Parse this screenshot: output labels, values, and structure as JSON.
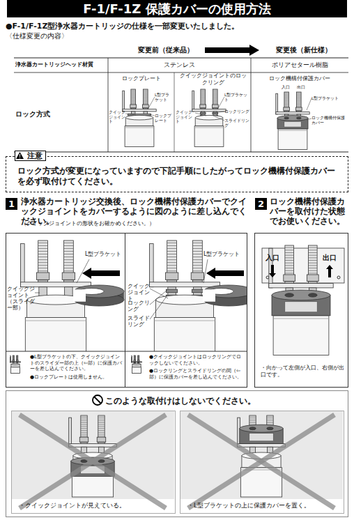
{
  "diagram": {
    "title": "F-1/F-1Z 保護カバーの使用方法",
    "nodes": [
      {
        "text": [
          "注意",
          "ロック方式が変更になっていますので下記手順にしたがってロック機構付保護カバーを必ず取付けてください。"
        ]
      },
      {
        "text": [
          "1"
        ]
      },
      {
        "text": [
          "2"
        ]
      },
      {
        "text": [
          "●L型ブラケットの下、クイックジョイントのスライダー部の上（⇦部）に保護カバーを差し込んでください。",
          "●ロックプレートは使用しません。"
        ]
      },
      {
        "text": [
          "●クイックジョイントはロックリングでロックしないでください。",
          "●ロックリングとスライドリングの間（⇦部）に保護カバーを差し込んでください。"
        ]
      },
      {
        "text": [
          "・向かって左側が入口、右側が出口です。"
        ]
      },
      {
        "text": [
          "このような取付けはしないでください。"
        ]
      },
      {
        "text": [
          "・クイックジョイントが見えている。"
        ],
        "in": 6
      },
      {
        "text": [
          "・L型ブラケットの上に保護カバーを置く。"
        ],
        "in": 6
      }
    ],
    "labels": [
      "●F-1/F-1Z型浄水器カートリッジの仕様を一部変更いたしました。",
      "〈仕様変更の内容〉",
      "変更前（従来品）",
      "変更後（新仕様）",
      "浄水器カートリッジヘッド材質",
      "ステンレス",
      "ポリアセタール樹脂",
      "ロックプレート",
      "クイックジョイントのロックリング",
      "ロック機構付保護カバー",
      "ロック方式",
      "L型ブラケット",
      "クイックジョイント",
      "ロックプレート",
      "L型ブラケット",
      "クイックジョイント",
      "ロックリング",
      "スライドリング",
      "入口",
      "出口",
      "L型ブラケット",
      "ロック機構付保護カバー",
      "浄水器カートリッジ交換後、ロック機構付保護カバーでクイックジョイントをカバーするように図のように差し込んでください。",
      "（クイックジョイントの形状をお確かめください。）",
      "ロック機構付保護カバーを取付けた状態でお使いください。",
      "L型ブラケット",
      "クイックジョイント（スライダー部）",
      "L型ブラケット",
      "クイックジョイント",
      "ロックリング",
      "スライドリング",
      "入口",
      "出口"
    ]
  }
}
